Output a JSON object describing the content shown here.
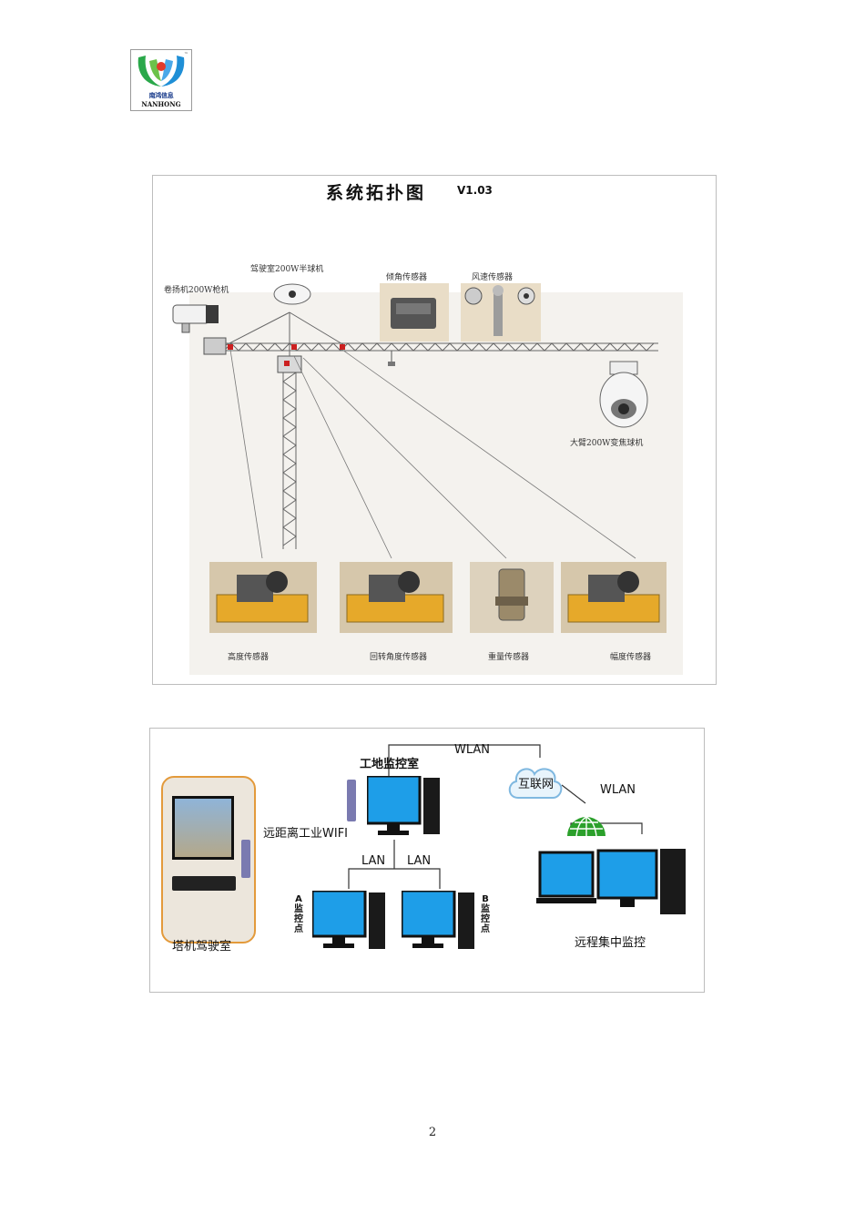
{
  "logo": {
    "tm": "™",
    "chinese": "南鸿信息",
    "english": "NANHONG"
  },
  "figure1": {
    "title": "系统拓扑图",
    "version": "V1.03",
    "labels": {
      "hoist_camera": "卷扬机200W枪机",
      "cab_dome_camera": "驾驶室200W半球机",
      "tilt_sensor": "倾角传感器",
      "wind_sensor": "风速传感器",
      "jib_ptz_camera": "大臂200W变焦球机",
      "height_sensor": "高度传感器",
      "slew_angle_sensor": "回转角度传感器",
      "weight_sensor": "重量传感器",
      "amplitude_sensor": "幅度传感器"
    }
  },
  "figure2": {
    "labels": {
      "wlan_top": "WLAN",
      "site_room": "工地监控室",
      "internet": "互联网",
      "wlan_right": "WLAN",
      "wifi": "远距离工业WIFI",
      "lan_left": "LAN",
      "lan_right": "LAN",
      "point_a": "A监控点",
      "point_b": "B监控点",
      "cab": "塔机驾驶室",
      "remote": "远程集中监控"
    }
  },
  "page_number": "2"
}
